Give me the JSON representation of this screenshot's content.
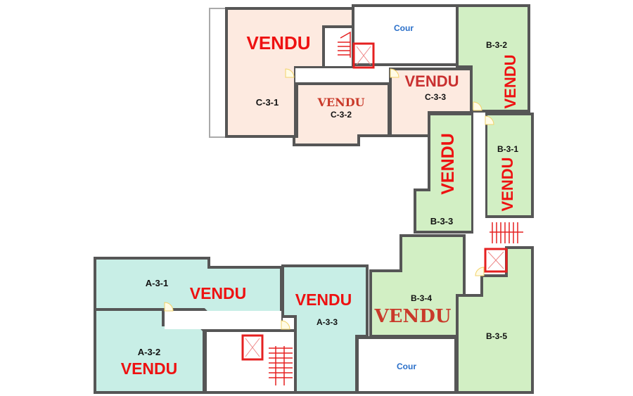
{
  "plan": {
    "sold_label": "VENDU",
    "courtyards": [
      "Cour",
      "Cour"
    ],
    "units": {
      "C-3-1": {
        "label": "C-3-1",
        "status": "VENDU"
      },
      "C-3-2": {
        "label": "C-3-2",
        "status": "VENDU"
      },
      "C-3-3": {
        "label": "C-3-3",
        "status": "VENDU"
      },
      "B-3-1": {
        "label": "B-3-1",
        "status": "VENDU"
      },
      "B-3-2": {
        "label": "B-3-2",
        "status": "VENDU"
      },
      "B-3-3": {
        "label": "B-3-3",
        "status": "VENDU"
      },
      "B-3-4": {
        "label": "B-3-4",
        "status": "VENDU"
      },
      "B-3-5": {
        "label": "B-3-5"
      },
      "A-3-1": {
        "label": "A-3-1",
        "status": "VENDU"
      },
      "A-3-2": {
        "label": "A-3-2",
        "status": "VENDU"
      },
      "A-3-3": {
        "label": "A-3-3",
        "status": "VENDU"
      }
    },
    "colors": {
      "building_c": "#fdeae0",
      "building_b": "#d2efc4",
      "building_a": "#c8eee6",
      "sold": "#ee1111",
      "wall": "#565656"
    }
  }
}
